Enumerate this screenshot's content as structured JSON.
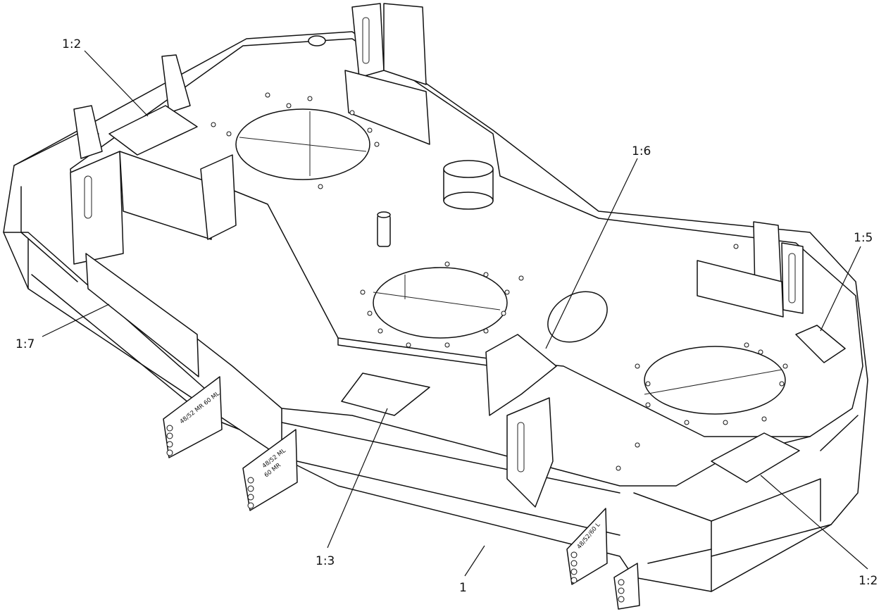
{
  "callouts": [
    {
      "id": "c1",
      "label": "1:2"
    },
    {
      "id": "c2",
      "label": "1:6"
    },
    {
      "id": "c3",
      "label": "1:5"
    },
    {
      "id": "c4",
      "label": "1:7"
    },
    {
      "id": "c5",
      "label": "1:3"
    },
    {
      "id": "c6",
      "label": "1"
    },
    {
      "id": "c7",
      "label": "1:2"
    }
  ],
  "plate_stamps": {
    "left": "48/52 MR 60 ML",
    "middle_line1": "48/52 ML",
    "middle_line2": "60 MR",
    "right": "48/52/60 L"
  }
}
